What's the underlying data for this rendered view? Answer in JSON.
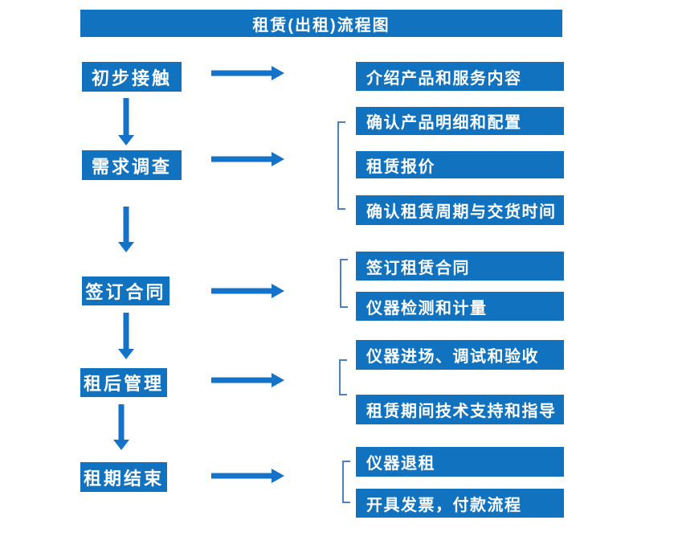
{
  "title": "租赁(出租)流程图",
  "colors": {
    "primary": "#1173c0",
    "arrow": "#1473c8",
    "bracket": "#4e7fbe"
  },
  "flow": [
    {
      "step": "初步接触",
      "details": [
        "介绍产品和服务内容"
      ]
    },
    {
      "step": "需求调查",
      "details": [
        "确认产品明细和配置",
        "租赁报价",
        "确认租赁周期与交货时间"
      ]
    },
    {
      "step": "签订合同",
      "details": [
        "签订租赁合同",
        "仪器检测和计量"
      ]
    },
    {
      "step": "租后管理",
      "details": [
        "仪器进场、调试和验收",
        "租赁期间技术支持和指导"
      ]
    },
    {
      "step": "租期结束",
      "details": [
        "仪器退租",
        "开具发票，付款流程"
      ]
    }
  ]
}
